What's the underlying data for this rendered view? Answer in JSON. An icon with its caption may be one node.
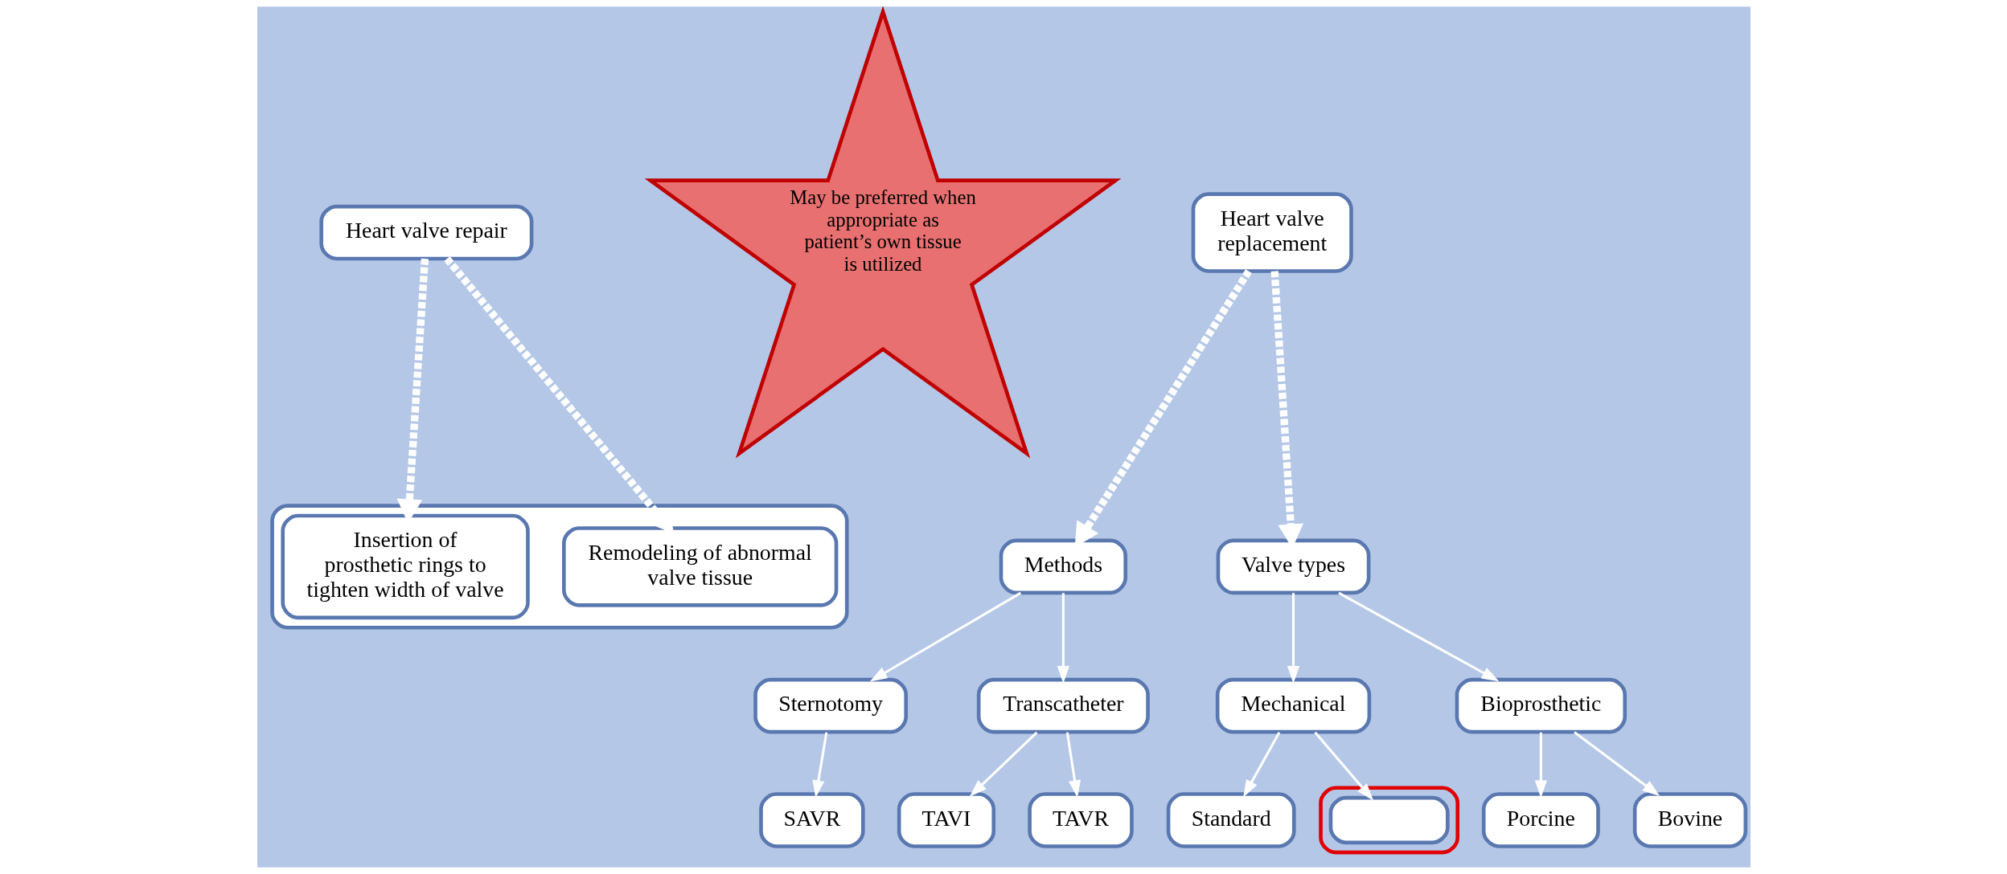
{
  "diagram": {
    "nodes": [
      {
        "text": [
          "Heart valve repair"
        ]
      },
      {
        "text": [],
        "shape": "box"
      },
      {
        "text": [
          "Remodeling of abnormal valve tissue"
        ],
        "in": 1
      },
      {
        "text": [
          "Insertion of prosthetic rings to tighten width of valve"
        ],
        "in": 1
      },
      {
        "text": [
          "May be preferred when appropriate as patient’s own tissue is utilized"
        ]
      },
      {
        "text": [
          "Heart valve replacement"
        ]
      },
      {
        "text": [
          "Methods"
        ]
      },
      {
        "text": [
          "Sternotomy"
        ]
      },
      {
        "text": [
          "Transcatheter"
        ]
      },
      {
        "text": [
          "SAVR"
        ]
      },
      {
        "text": [
          "TAVI"
        ]
      },
      {
        "text": [
          "TAVR"
        ]
      },
      {
        "text": [
          "Valve types"
        ]
      },
      {
        "text": [
          "Standard"
        ]
      },
      {
        "text": [],
        "shape": "ellipse"
      },
      {
        "text": [],
        "shape": "box",
        "in": 14
      },
      {
        "text": [
          "Mechanical"
        ]
      },
      {
        "text": [
          "Bioprosthetic"
        ]
      },
      {
        "text": [
          "Porcine"
        ]
      },
      {
        "text": [
          "Bovine"
        ]
      }
    ],
    "edges": [
      {
        "from": 0,
        "to": 2,
        "arrow": "to",
        "style": "dashed"
      },
      {
        "from": 0,
        "to": 3,
        "arrow": "to",
        "style": "dashed"
      },
      {
        "from": 5,
        "to": 6,
        "arrow": "to",
        "style": "dashed"
      },
      {
        "from": 5,
        "to": 12,
        "arrow": "to",
        "style": "dashed"
      },
      {
        "from": 6,
        "to": 7,
        "arrow": "to"
      },
      {
        "from": 6,
        "to": 8,
        "arrow": "to"
      },
      {
        "from": 7,
        "to": 9,
        "arrow": "to"
      },
      {
        "from": 8,
        "to": 10,
        "arrow": "to"
      },
      {
        "from": 8,
        "to": 11,
        "arrow": "to"
      },
      {
        "from": 12,
        "to": 16,
        "arrow": "to"
      },
      {
        "from": 12,
        "to": 17,
        "arrow": "to"
      },
      {
        "from": 16,
        "to": 13,
        "arrow": "to"
      },
      {
        "from": 16,
        "to": 15,
        "arrow": "to"
      },
      {
        "from": 17,
        "to": 18,
        "arrow": "to"
      },
      {
        "from": 17,
        "to": 19,
        "arrow": "to"
      }
    ]
  }
}
